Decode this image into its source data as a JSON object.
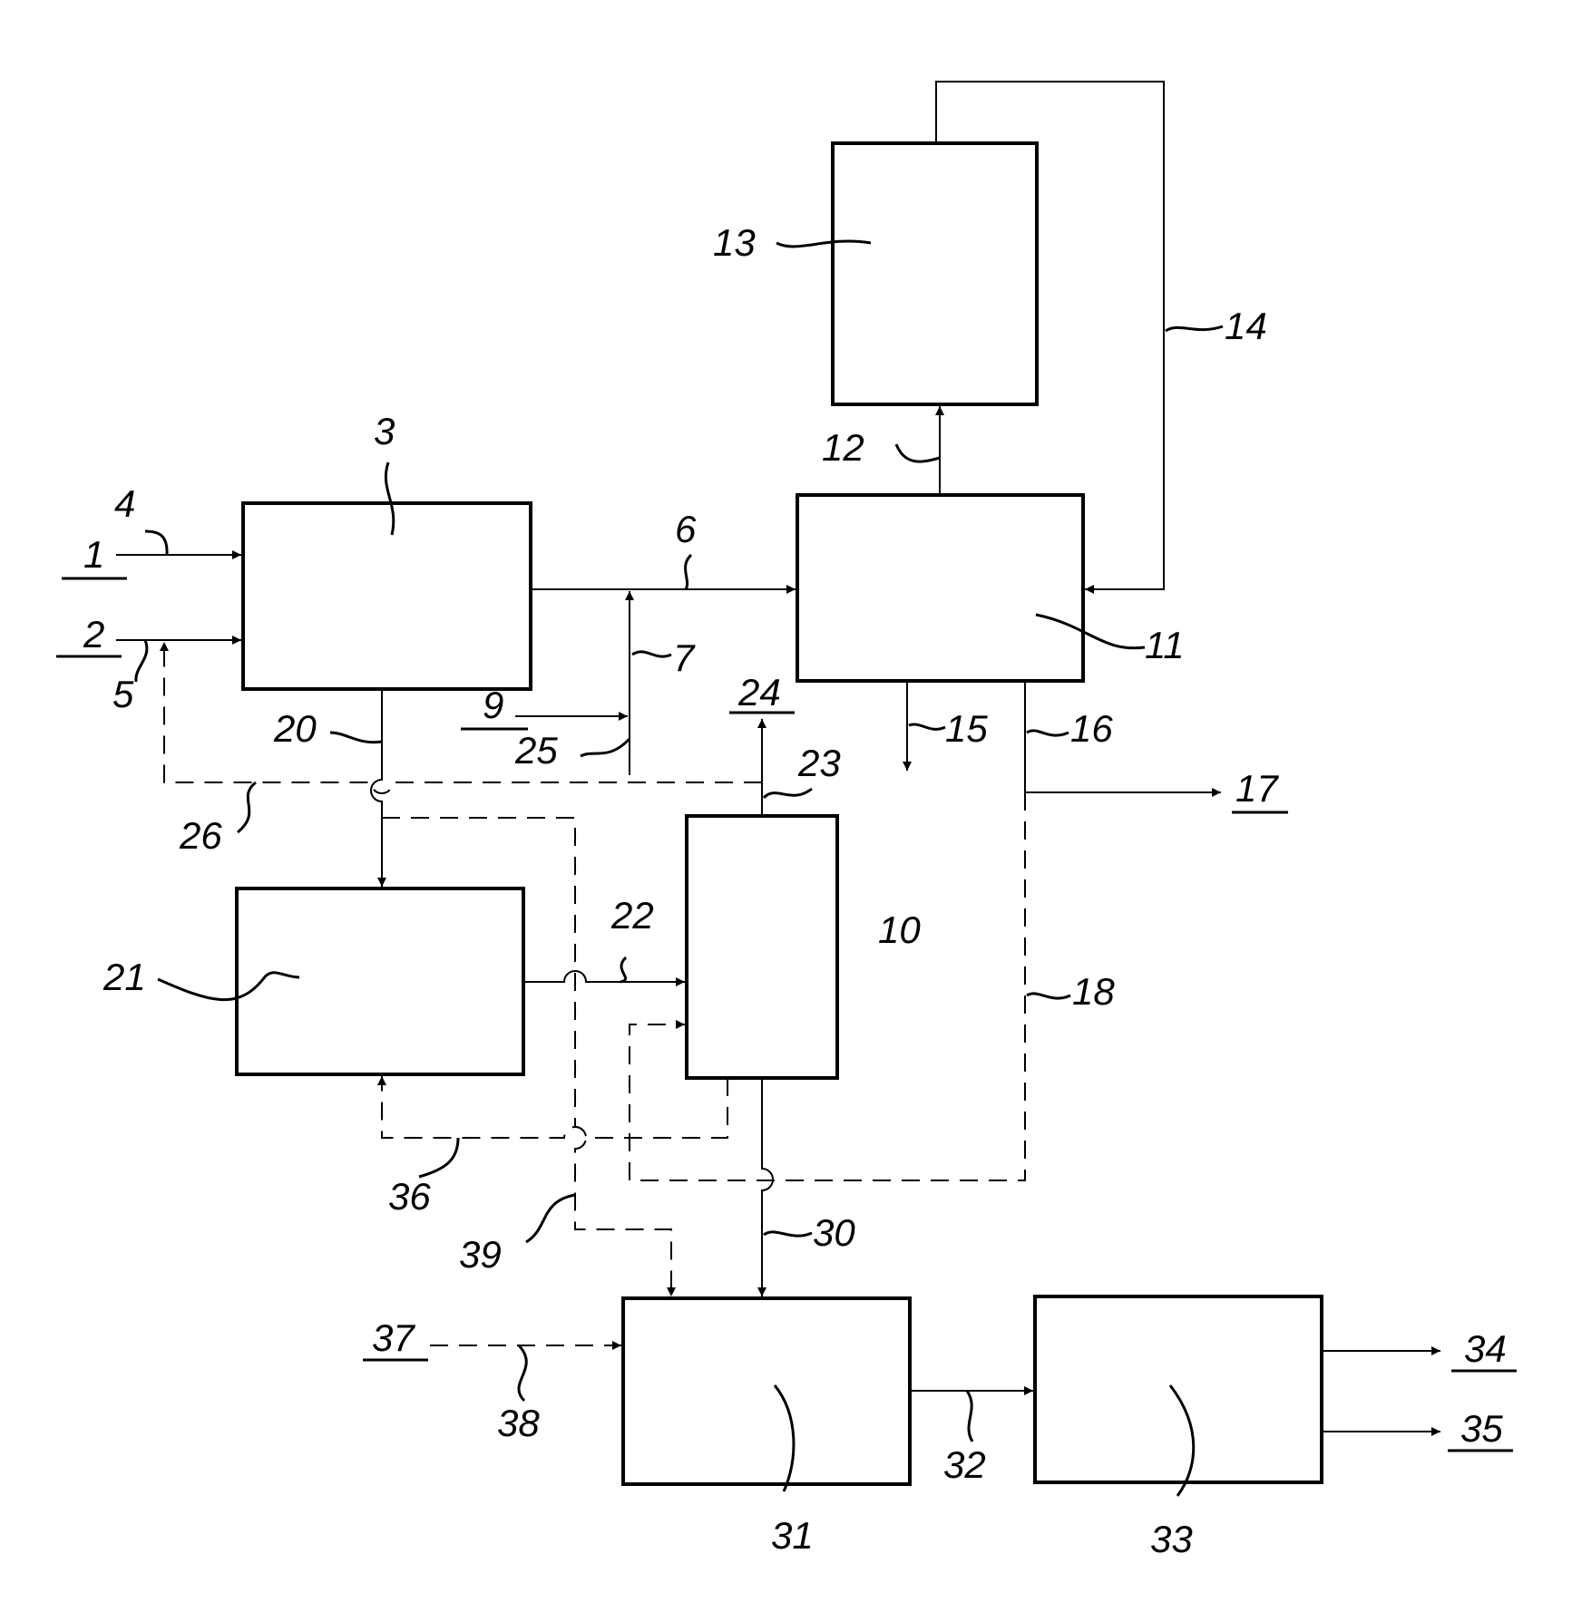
{
  "labels": {
    "n1": "1",
    "n2": "2",
    "n3": "3",
    "n4": "4",
    "n5": "5",
    "n6": "6",
    "n7": "7",
    "n9": "9",
    "n10": "10",
    "n11": "11",
    "n12": "12",
    "n13": "13",
    "n14": "14",
    "n15": "15",
    "n16": "16",
    "n17": "17",
    "n18": "18",
    "n20": "20",
    "n21": "21",
    "n22": "22",
    "n23": "23",
    "n24": "24",
    "n25": "25",
    "n26": "26",
    "n30": "30",
    "n31": "31",
    "n32": "32",
    "n33": "33",
    "n34": "34",
    "n35": "35",
    "n36": "36",
    "n37": "37",
    "n38": "38",
    "n39": "39"
  }
}
